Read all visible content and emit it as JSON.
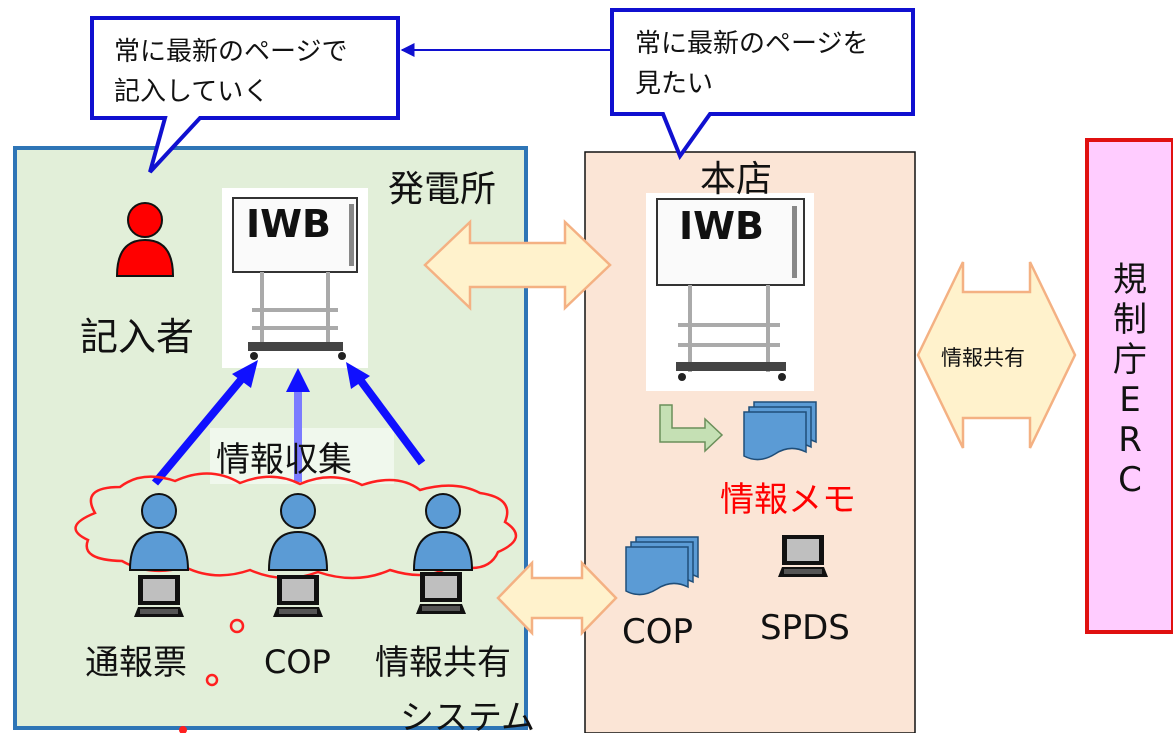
{
  "callouts": {
    "left_text": "常に最新のページで\n記入していく",
    "right_text": "常に最新のページを\n見たい"
  },
  "plant": {
    "title": "発電所",
    "iwb_label": "IWB",
    "writer_label": "記入者",
    "collect_label": "情報収集",
    "terminals": [
      "通報票",
      "COP",
      "情報共有",
      "システム"
    ]
  },
  "hq": {
    "title": "本店",
    "iwb_label": "IWB",
    "memo_label": "情報メモ",
    "cop_label": "COP",
    "spds_label": "SPDS"
  },
  "share_label": "情報共有",
  "nra": {
    "label_chars": [
      "規",
      "制",
      "庁",
      "E",
      "R",
      "C"
    ]
  },
  "colors": {
    "plant_fill": "#e2efd9",
    "plant_border": "#2e75b6",
    "hq_fill": "#fbe5d6",
    "nra_fill": "#ffccff",
    "nra_border": "#e01010",
    "callout_border": "#1010d0",
    "blue_arrow": "#1010ff",
    "cloud_stroke": "#ff2020",
    "person_fill": "#5b9bd5",
    "writer_fill": "#ff0000",
    "double_arrow_fill": "#fff2cc",
    "double_arrow_stroke": "#f4b183",
    "memo_text": "#ff0000"
  }
}
